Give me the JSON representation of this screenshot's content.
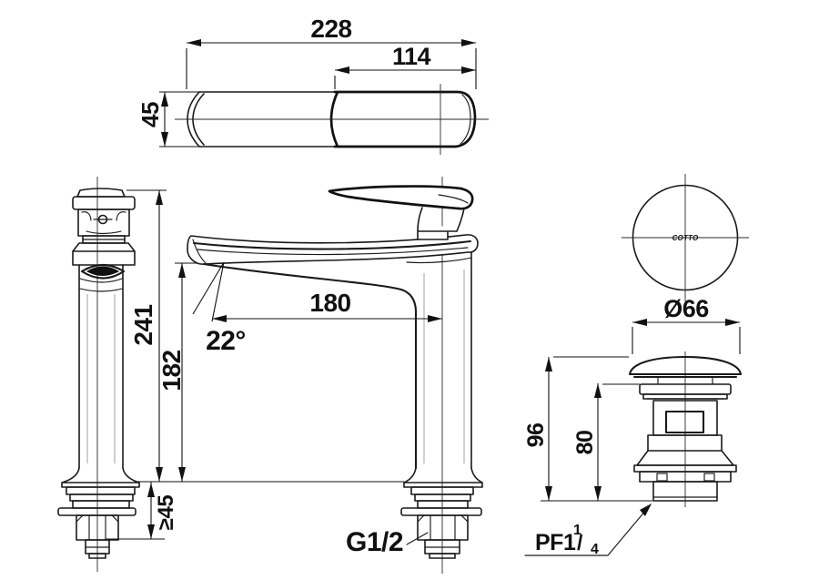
{
  "diagram": {
    "type": "technical-drawing",
    "subject": "single-lever basin faucet with pop-up drain",
    "colors": {
      "line": "#1a1a1a",
      "background": "#ffffff"
    }
  },
  "top_view": {
    "total_length": "228",
    "handle_length": "114",
    "body_depth": "45"
  },
  "front_view": {
    "overall_height": "241",
    "mounting_clearance": "≥45"
  },
  "side_view": {
    "spout_height": "182",
    "spout_reach": "180",
    "spout_angle": "22°",
    "supply_connection": "G1/2"
  },
  "drain_view": {
    "brand_mark": "COTTO",
    "flange_diameter": "Ø66",
    "overall_height": "96",
    "body_height": "80",
    "thread_prefix": "PF1",
    "thread_numerator": "1",
    "thread_slash": "/",
    "thread_denominator": "4"
  }
}
